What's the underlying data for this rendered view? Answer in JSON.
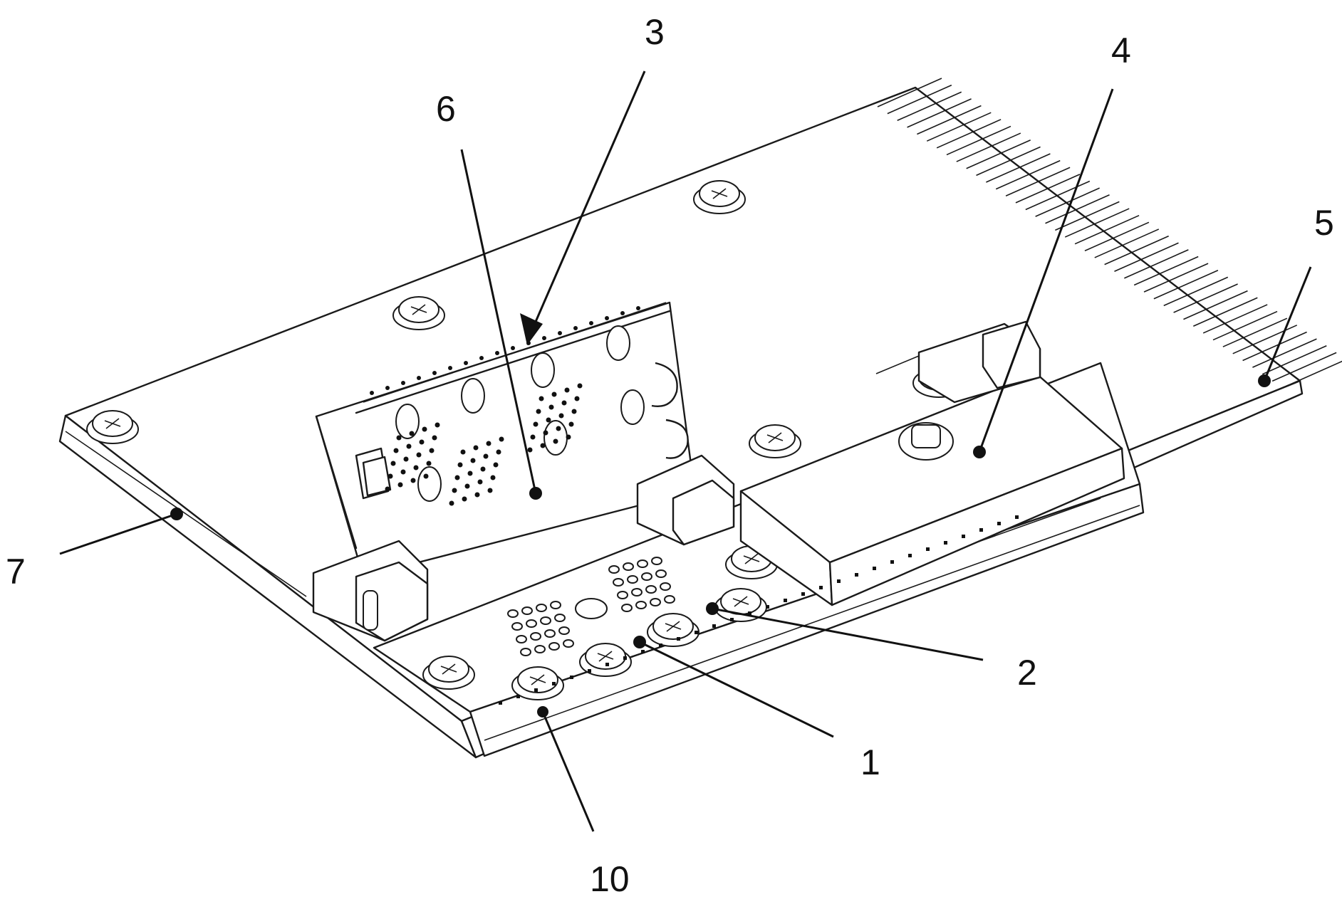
{
  "callouts": [
    {
      "id": "label-1",
      "text": "1"
    },
    {
      "id": "label-2",
      "text": "2"
    },
    {
      "id": "label-3",
      "text": "3"
    },
    {
      "id": "label-4",
      "text": "4"
    },
    {
      "id": "label-5",
      "text": "5"
    },
    {
      "id": "label-6",
      "text": "6"
    },
    {
      "id": "label-7",
      "text": "7"
    },
    {
      "id": "label-10",
      "text": "10"
    }
  ]
}
